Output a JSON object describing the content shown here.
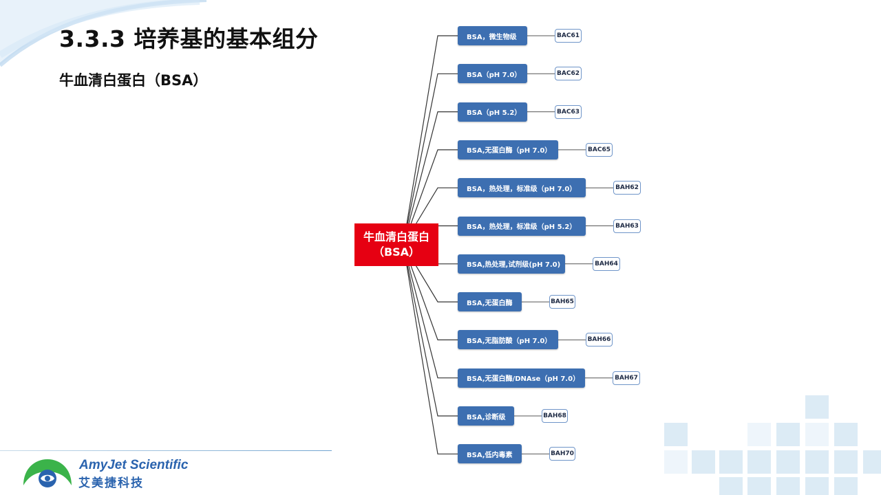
{
  "slide": {
    "title": "3.3.3 培养基的基本组分",
    "subtitle": "牛血清白蛋白（BSA）"
  },
  "mindmap": {
    "root": "牛血清白蛋白（BSA）",
    "branches": [
      {
        "label": "BSA，微生物级",
        "code": "BAC61"
      },
      {
        "label": "BSA（pH 7.0）",
        "code": "BAC62"
      },
      {
        "label": "BSA（pH 5.2）",
        "code": "BAC63"
      },
      {
        "label": "BSA,无蛋白酶（pH 7.0）",
        "code": "BAC65"
      },
      {
        "label": "BSA，热处理，标准级（pH 7.0）",
        "code": "BAH62"
      },
      {
        "label": "BSA，热处理，标准级（pH 5.2）",
        "code": "BAH63"
      },
      {
        "label": "BSA,热处理,试剂级(pH 7.0)",
        "code": "BAH64"
      },
      {
        "label": "BSA,无蛋白酶",
        "code": "BAH65"
      },
      {
        "label": "BSA,无脂肪酸（pH 7.0）",
        "code": "BAH66"
      },
      {
        "label": "BSA,无蛋白酶/DNAse（pH 7.0）",
        "code": "BAH67"
      },
      {
        "label": "BSA,诊断级",
        "code": "BAH68"
      },
      {
        "label": "BSA,低内毒素",
        "code": "BAH70"
      }
    ]
  },
  "footer": {
    "logo_en": "AmyJet Scientific",
    "logo_cn": "艾美捷科技"
  },
  "colors": {
    "branch_fill": "#3d6fb1",
    "root_fill": "#e60012",
    "brand_blue": "#2a63ae",
    "brand_green": "#3bb34a"
  }
}
